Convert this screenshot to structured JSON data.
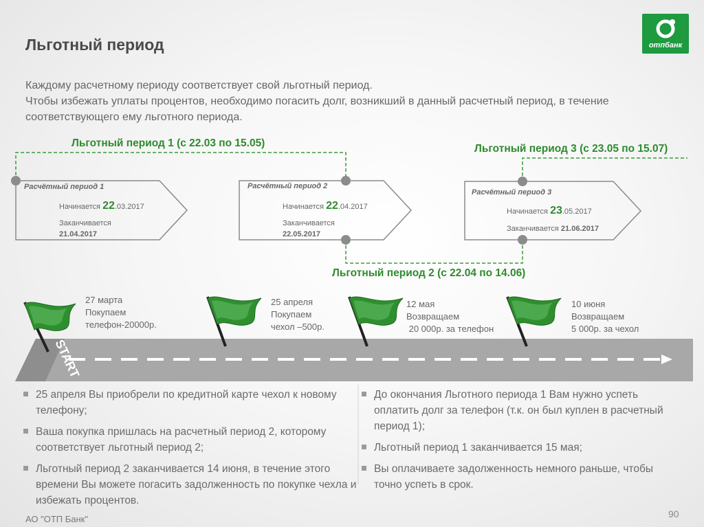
{
  "title": "Льготный период",
  "logo": {
    "text": "отпбанк"
  },
  "intro": {
    "line1": "Каждому расчетному периоду соответствует свой льготный период.",
    "line2": "Чтобы избежать уплаты процентов, необходимо погасить долг, возникший в данный расчетный период, в течение соответствующего ему льготного периода."
  },
  "grace_periods": [
    "Льготный период 1 (с 22.03 по 15.05)",
    "Льготный период 2 (с 22.04  по 14.06)",
    "Льготный период 3 (с 23.05 по 15.07)"
  ],
  "billing_periods": [
    {
      "title": "Расчётный период 1",
      "start_label": "Начинается",
      "start_day": "22",
      "start_rest": ".03.2017",
      "end_label": "Заканчивается",
      "end_date": "21.04.2017"
    },
    {
      "title": "Расчётный период 2",
      "start_label": "Начинается",
      "start_day": "22",
      "start_rest": ".04.2017",
      "end_label": "Заканчивается",
      "end_date": "22.05.2017"
    },
    {
      "title": "Расчётный период 3",
      "start_label": "Начинается",
      "start_day": "23",
      "start_rest": ".05.2017",
      "end_label": "Заканчивается",
      "end_date": "21.06.2017"
    }
  ],
  "timeline": {
    "start_label": "START",
    "events": [
      {
        "line1": "27 марта",
        "line2": "Покупаем",
        "line3": "телефон-20000р."
      },
      {
        "line1": "25 апреля",
        "line2": "Покупаем",
        "line3": "чехол –500р."
      },
      {
        "line1": "12 мая",
        "line2": "Возвращаем",
        "line3": " 20 000р. за телефон"
      },
      {
        "line1": "10 июня",
        "line2": "Возвращаем",
        "line3": "5 000р. за чехол"
      }
    ]
  },
  "bullets_left": [
    "25 апреля Вы приобрели по кредитной карте чехол к новому телефону;",
    "Ваша покупка пришлась на расчетный период 2, которому соответствует льготный период 2;",
    "Льготный период 2 заканчивается 14 июня, в течение этого времени Вы можете погасить задолженность по покупке чехла и избежать процентов."
  ],
  "bullets_right": [
    "До окончания Льготного периода 1 Вам нужно успеть оплатить долг за телефон (т.к. он был куплен в расчетный период 1);",
    "Льготный период 1 заканчивается 15 мая;",
    "Вы оплачиваете задолженность немного раньше, чтобы точно успеть в срок."
  ],
  "footer": "АО \"ОТП Банк\"",
  "page_number": "90",
  "colors": {
    "accent_green": "#2e8b2e",
    "logo_green": "#1e9a3f",
    "road_gray": "#a8a8a8"
  }
}
